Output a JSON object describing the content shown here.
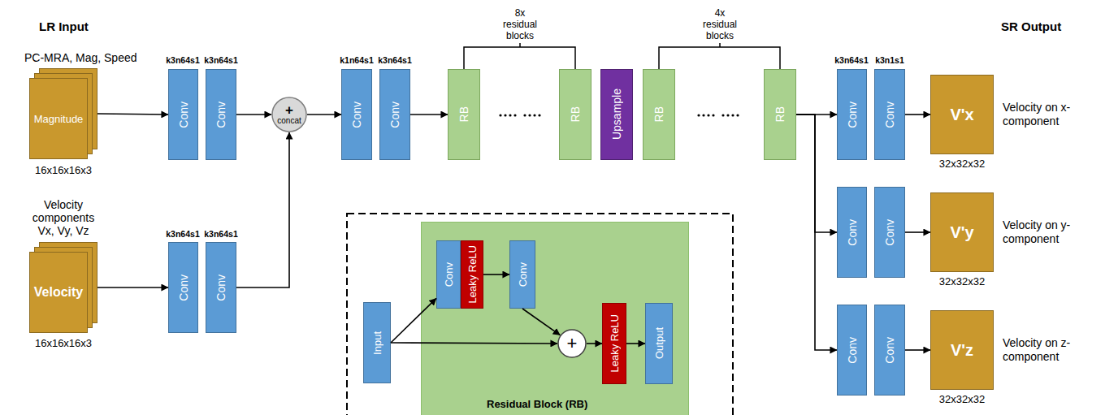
{
  "diagram": {
    "nodes": [
      {
        "text": [
          "PC-MRA, Mag, Speed",
          "Magnitude"
        ]
      },
      {
        "text": [
          "Conv"
        ]
      },
      {
        "text": [
          "Conv"
        ]
      },
      {
        "text": [
          "+",
          "concat"
        ]
      },
      {
        "text": [
          "Conv"
        ]
      },
      {
        "text": [
          "Conv"
        ]
      },
      {
        "text": [
          "RB"
        ]
      },
      {
        "text": [
          "RB"
        ]
      },
      {
        "text": [
          "Upsample"
        ]
      },
      {
        "text": [
          "RB"
        ]
      },
      {
        "text": [
          "RB"
        ]
      },
      {
        "text": [
          "Velocity components Vx, Vy, Vz",
          "Velocity"
        ]
      },
      {
        "text": [
          "Conv"
        ]
      },
      {
        "text": [
          "Conv"
        ]
      },
      {
        "text": [
          "Conv"
        ]
      },
      {
        "text": [
          "Conv"
        ]
      },
      {
        "text": [
          "V'x",
          "Velocity on x-component"
        ]
      },
      {
        "text": [
          "Conv"
        ]
      },
      {
        "text": [
          "Conv"
        ]
      },
      {
        "text": [
          "V'y",
          "Velocity on y-component"
        ]
      },
      {
        "text": [
          "Conv"
        ]
      },
      {
        "text": [
          "Conv"
        ]
      },
      {
        "text": [
          "V'z",
          "Velocity on z-component"
        ]
      },
      {
        "text": [
          "Residual Block (RB)"
        ]
      },
      {
        "text": [
          "Input"
        ]
      },
      {
        "text": [
          "Conv"
        ],
        "in": 23
      },
      {
        "text": [
          "Leaky ReLU"
        ],
        "in": 23
      },
      {
        "text": [
          "Conv"
        ],
        "in": 23
      },
      {
        "text": [
          "+"
        ],
        "in": 23
      },
      {
        "text": [
          "Leaky ReLU"
        ],
        "in": 23
      },
      {
        "text": [
          "Output"
        ],
        "in": 23
      }
    ],
    "edges": [
      {
        "from": 0,
        "to": 1,
        "arrow": "to"
      },
      {
        "from": 2,
        "to": 3,
        "arrow": "to"
      },
      {
        "from": 11,
        "to": 12,
        "arrow": "to"
      },
      {
        "from": 13,
        "to": 3,
        "arrow": "to"
      },
      {
        "from": 3,
        "to": 4,
        "arrow": "to"
      },
      {
        "from": 5,
        "to": 6,
        "arrow": "to"
      },
      {
        "from": 10,
        "to": 14,
        "arrow": "to"
      },
      {
        "from": 10,
        "to": 17,
        "arrow": "to"
      },
      {
        "from": 10,
        "to": 20,
        "arrow": "to"
      },
      {
        "from": 15,
        "to": 16,
        "arrow": "to"
      },
      {
        "from": 18,
        "to": 19,
        "arrow": "to"
      },
      {
        "from": 21,
        "to": 22,
        "arrow": "to"
      },
      {
        "from": 24,
        "to": 25,
        "arrow": "to"
      },
      {
        "from": 24,
        "to": 28,
        "arrow": "to"
      },
      {
        "from": 26,
        "to": 27,
        "arrow": "to"
      },
      {
        "from": 27,
        "to": 28,
        "arrow": "to"
      },
      {
        "from": 28,
        "to": 29,
        "arrow": "to"
      },
      {
        "from": 29,
        "to": 30,
        "arrow": "to"
      }
    ],
    "labels": [
      "LR Input",
      "SR Output",
      "k3n64s1",
      "k3n64s1",
      "16x16x16x3",
      "k3n64s1",
      "k3n64s1",
      "16x16x16x3",
      "k1n64s1",
      "k3n64s1",
      "8x residual blocks",
      "4x residual blocks",
      "k3n64s1",
      "k3n1s1",
      "32x32x32",
      "32x32x32",
      "32x32x32"
    ]
  }
}
